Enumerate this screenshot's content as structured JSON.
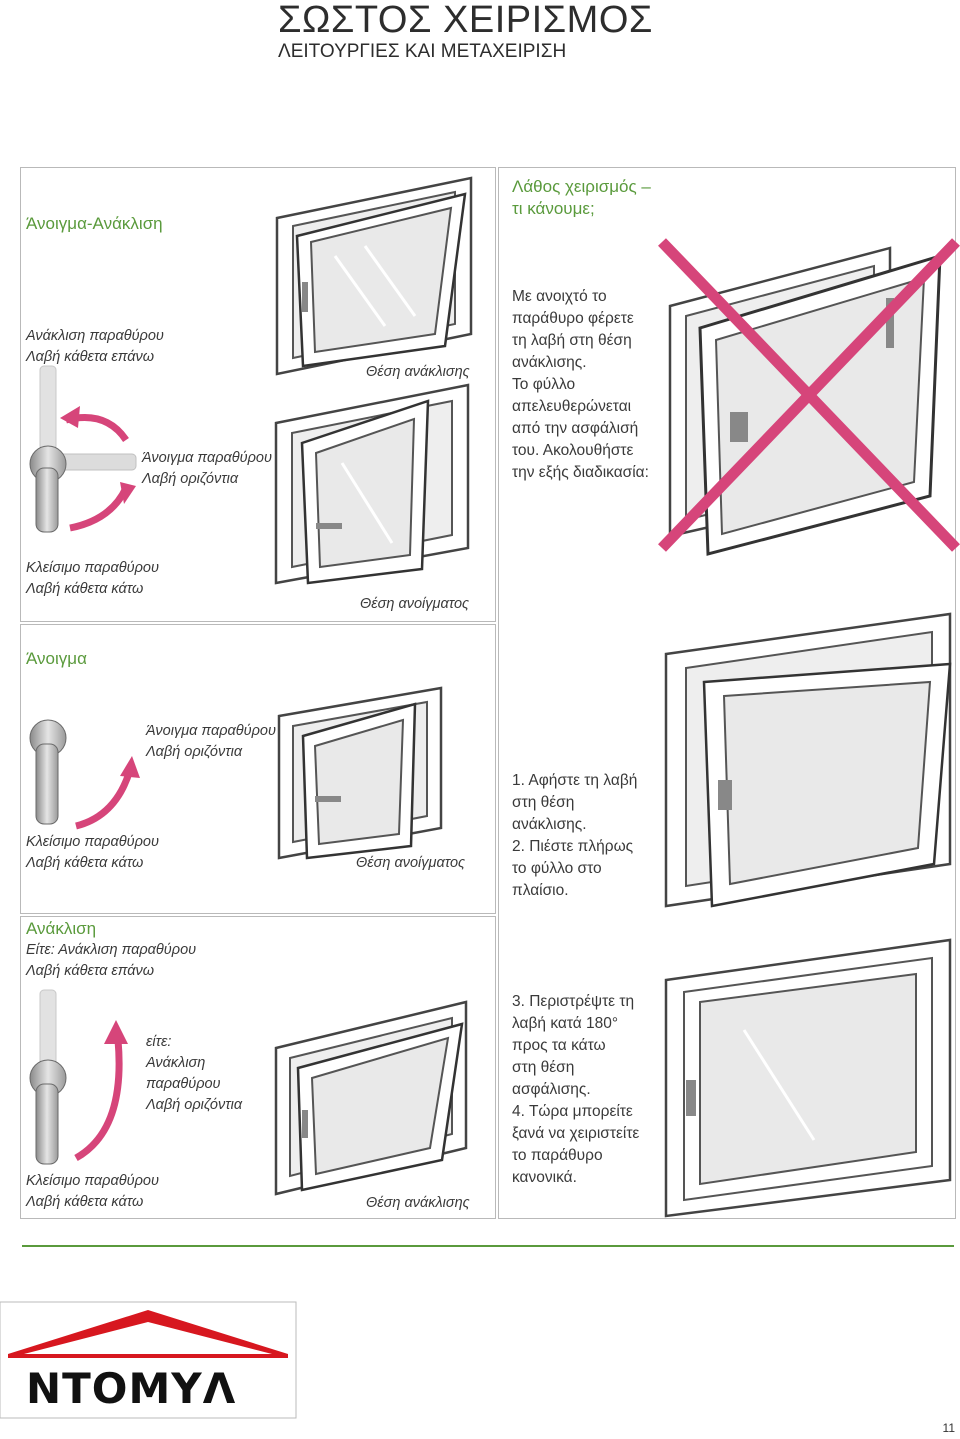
{
  "header": {
    "title": "ΣΩΣΤΟΣ ΧΕΙΡΙΣΜΟΣ",
    "subtitle": "ΛΕΙΤΟΥΡΓΙΕΣ ΚΑΙ ΜΕΤΑΧΕΙΡΙΣΗ"
  },
  "section_tilt": {
    "heading": "Άνοιγμα-Ανάκλιση",
    "handle_up": "Ανάκλιση παραθύρου\nΛαβή κάθετα επάνω",
    "handle_horizontal": "Άνοιγμα παραθύρου\nΛαβή οριζόντια",
    "handle_down": "Κλείσιμο παραθύρου\nΛαβή κάθετα κάτω",
    "tilt_position": "Θέση ανάκλισης",
    "open_position": "Θέση ανοίγματος"
  },
  "section_wrong": {
    "heading": "Λάθος χειρισμός –\nτι κάνουμε;",
    "description": "Με ανοιχτό το\nπαράθυρο φέρετε\nτη λαβή στη θέση\nανάκλισης.\nΤο φύλλο\nαπελευθερώνεται\nαπό την ασφάλισή\nτου. Ακολουθήστε\nτην εξής διαδικασία:",
    "steps_1_2": "1. Αφήστε τη λαβή\n    στη θέση\n    ανάκλισης.\n2. Πιέστε πλήρως\n    το φύλλο στο\n    πλαίσιο.",
    "steps_3_4": "3. Περιστρέψτε τη\n    λαβή κατά 180°\n    προς τα κάτω\n    στη θέση\n    ασφάλισης.\n4. Τώρα μπορείτε\n    ξανά να χειριστείτε\n    το παράθυρο\n    κανονικά."
  },
  "section_open": {
    "heading": "Άνοιγμα",
    "handle_horizontal": "Άνοιγμα παραθύρου\nΛαβή οριζόντια",
    "handle_down": "Κλείσιμο παραθύρου\nΛαβή κάθετα κάτω",
    "open_position": "Θέση ανοίγματος"
  },
  "section_tilt_only": {
    "heading": "Ανάκλιση",
    "handle_up": "Είτε: Ανάκλιση παραθύρου\nΛαβή κάθετα επάνω",
    "handle_horizontal": "είτε:\nΑνάκλιση\nπαραθύρου\nΛαβή οριζόντια",
    "handle_down": "Κλείσιμο παραθύρου\nΛαβή κάθετα κάτω",
    "tilt_position": "Θέση ανάκλισης"
  },
  "logo": {
    "text": "ΝΤΟΜΥΛ"
  },
  "footer": {
    "page_number": "11"
  },
  "colors": {
    "accent_green": "#5a9a3c",
    "cross_pink": "#d6457a",
    "logo_red": "#d7171f"
  }
}
